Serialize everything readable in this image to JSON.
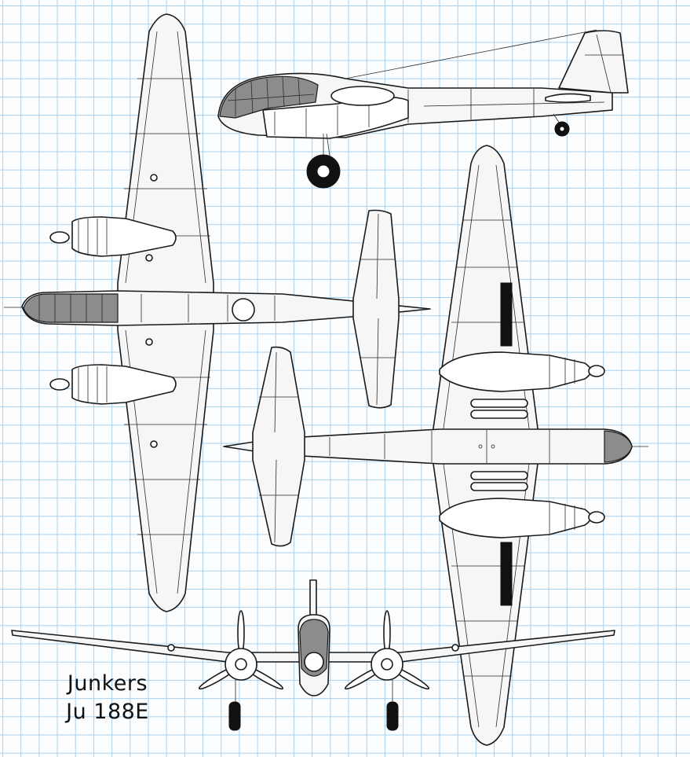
{
  "caption": {
    "maker": "Junkers",
    "model": "Ju 188E"
  },
  "views": [
    "side-view",
    "top-view",
    "bottom-view",
    "front-view"
  ],
  "colors": {
    "grid": "#a9d1ee",
    "paper": "#fbfdff",
    "ink": "#1a1a1a",
    "glazing": "#8c8c8c"
  }
}
